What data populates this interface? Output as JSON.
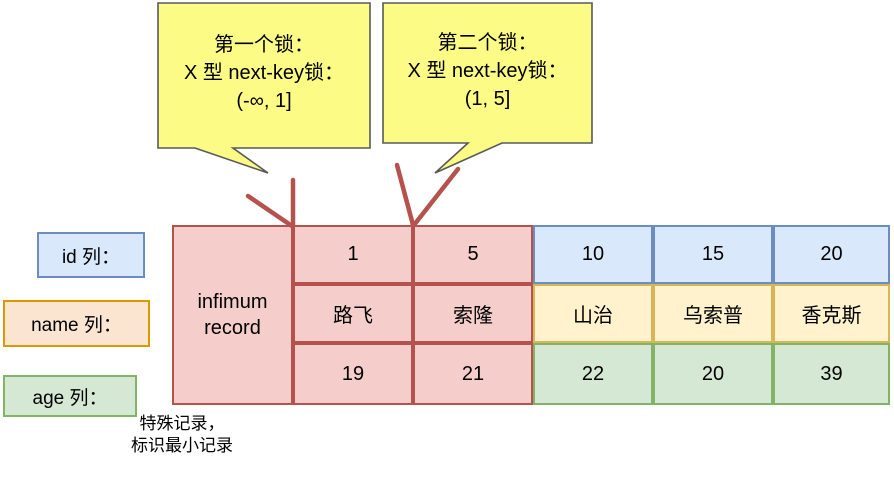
{
  "callouts": [
    {
      "line1": "第一个锁：",
      "line2": "X 型 next-key锁：",
      "line3": "(-∞, 1]"
    },
    {
      "line1": "第二个锁：",
      "line2": "X 型 next-key锁：",
      "line3": "(1, 5]"
    }
  ],
  "row_labels": {
    "id": "id 列：",
    "name": "name 列：",
    "age": "age 列："
  },
  "table": {
    "infimum_line1": "infimum",
    "infimum_line2": "record",
    "id_row": [
      "1",
      "5",
      "10",
      "15",
      "20"
    ],
    "name_row": [
      "路飞",
      "索隆",
      "山治",
      "乌索普",
      "香克斯"
    ],
    "age_row": [
      "19",
      "21",
      "22",
      "20",
      "39"
    ]
  },
  "caption": {
    "line1": "特殊记录，",
    "line2": "标识最小记录"
  },
  "colors": {
    "locked_fill": "#f5cecb",
    "locked_border": "#b5524e",
    "id_fill": "#dae8fc",
    "id_border": "#6c8ebf",
    "name_fill": "#fff2cc",
    "name_border": "#d6b656",
    "age_fill": "#d5e8d4",
    "age_border": "#82b366",
    "name_label_fill": "#fbe5d1",
    "name_label_border": "#d79b00",
    "callout_fill": "#fbfb85",
    "callout_border": "#595959",
    "arrow": "#b5524e"
  }
}
